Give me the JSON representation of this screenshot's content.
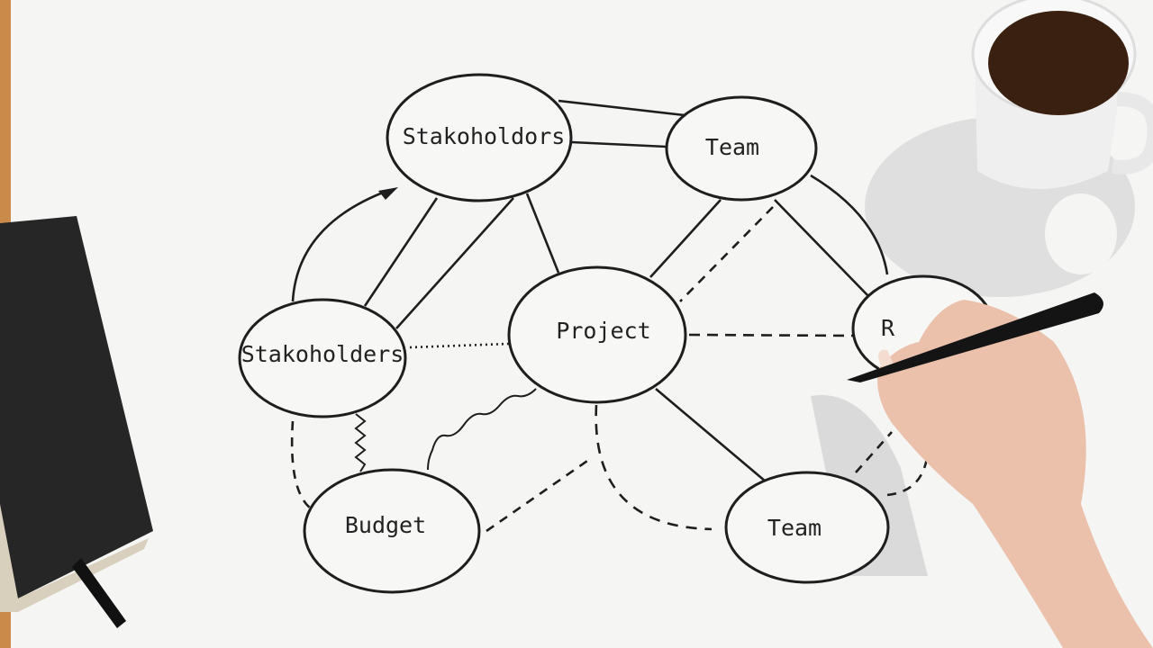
{
  "nodes": {
    "stakeholders_top": "Stakoholdors",
    "team_top": "Team",
    "stakeholders_left": "Stakoholders",
    "project": "Project",
    "partial_right": "R",
    "budget": "Budget",
    "team_bottom": "Team"
  },
  "colors": {
    "paper": "#f4f4f3",
    "ink": "#1e1e1e",
    "coffee": "#3a2010",
    "notebook": "#262626"
  }
}
